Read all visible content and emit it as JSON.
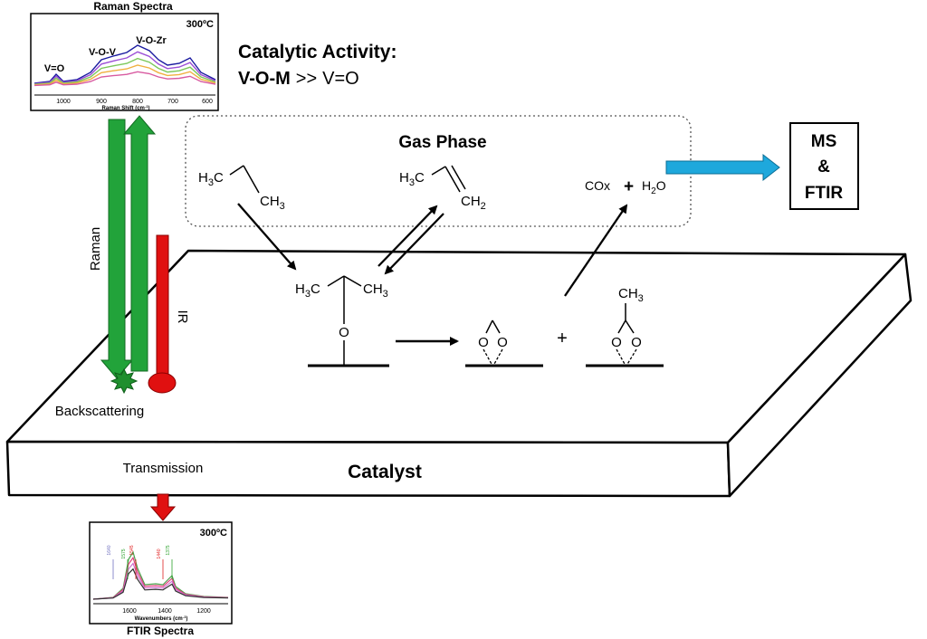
{
  "raman_inset": {
    "title": "Raman Spectra",
    "temperature": "300ºC",
    "peaks": [
      "V=O",
      "V-O-V",
      "V-O-Zr"
    ],
    "ticks": [
      "1000",
      "900",
      "800",
      "700",
      "600"
    ],
    "xlabel": "Raman Shift (cm",
    "xlabel_sup": "-1",
    "xlabel_end": ")",
    "series_colors": [
      "#1a1aa0",
      "#9b4fd6",
      "#7bc85a",
      "#f0b040",
      "#d85aa0"
    ]
  },
  "catalytic_activity": {
    "heading": "Catalytic Activity:",
    "lhs": "V-O-M",
    "op": ">>",
    "rhs": "V=O"
  },
  "gas_phase": {
    "label": "Gas Phase",
    "propane": {
      "h3c": "H",
      "h3c_sub": "3",
      "h3c_c": "C",
      "ch3": "CH",
      "ch3_sub": "3"
    },
    "propene": {
      "h3c": "H",
      "h3c_sub": "3",
      "h3c_c": "C",
      "ch2": "CH",
      "ch2_sub": "2"
    },
    "products": {
      "cox": "COx",
      "plus": "+",
      "h2o_h": "H",
      "h2o_sub": "2",
      "h2o_o": "O"
    }
  },
  "ms_ftir": {
    "line1": "MS",
    "line2": "&",
    "line3": "FTIR"
  },
  "probes": {
    "raman": "Raman",
    "ir": "IR",
    "backscattering": "Backscattering",
    "transmission": "Transmission"
  },
  "surface": {
    "isopropoxide": {
      "h3c": "H",
      "h3c_sub": "3",
      "h3c_c": "C",
      "ch3": "CH",
      "ch3_sub": "3",
      "o": "O"
    },
    "carbonate": {
      "o1": "O",
      "o2": "O"
    },
    "plus": "+",
    "acetate": {
      "ch3": "CH",
      "ch3_sub": "3",
      "o1": "O",
      "o2": "O"
    }
  },
  "catalyst_label": "Catalyst",
  "ftir_inset": {
    "title": "FTIR Spectra",
    "temperature": "300ºC",
    "ticks": [
      "1600",
      "1400",
      "1200"
    ],
    "xlabel": "Wavenumbers (cm",
    "xlabel_sup": "-1",
    "xlabel_end": ")",
    "band_labels": [
      "1640",
      "1575",
      "1545",
      "1440",
      "1375"
    ]
  },
  "colors": {
    "raman_arrow": "#22a33a",
    "ir_arrow": "#e01010",
    "ms_arrow": "#1ea8dc",
    "backscatter_star": "#1f8f2e"
  }
}
